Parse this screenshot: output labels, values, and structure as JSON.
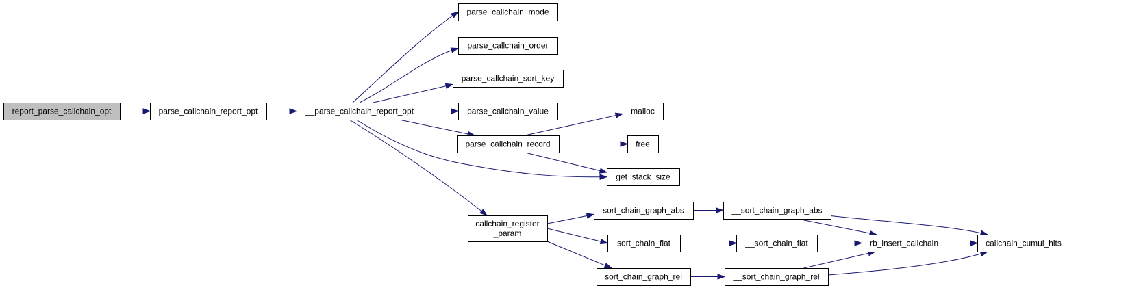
{
  "colors": {
    "edge": "#191970",
    "node_fill": "#ffffff",
    "root_fill": "#bfbfbf",
    "border": "#000000"
  },
  "nodes": [
    {
      "id": "report_parse_callchain_opt",
      "lines": [
        "report_parse_callchain_opt"
      ],
      "root": true
    },
    {
      "id": "parse_callchain_report_opt",
      "lines": [
        "parse_callchain_report_opt"
      ]
    },
    {
      "id": "__parse_callchain_report_opt",
      "lines": [
        "__parse_callchain_report_opt"
      ]
    },
    {
      "id": "parse_callchain_mode",
      "lines": [
        "parse_callchain_mode"
      ]
    },
    {
      "id": "parse_callchain_order",
      "lines": [
        "parse_callchain_order"
      ]
    },
    {
      "id": "parse_callchain_sort_key",
      "lines": [
        "parse_callchain_sort_key"
      ]
    },
    {
      "id": "parse_callchain_value",
      "lines": [
        "parse_callchain_value"
      ]
    },
    {
      "id": "parse_callchain_record",
      "lines": [
        "parse_callchain_record"
      ]
    },
    {
      "id": "malloc",
      "lines": [
        "malloc"
      ]
    },
    {
      "id": "free",
      "lines": [
        "free"
      ]
    },
    {
      "id": "get_stack_size",
      "lines": [
        "get_stack_size"
      ]
    },
    {
      "id": "callchain_register_param",
      "lines": [
        "callchain_register",
        "_param"
      ]
    },
    {
      "id": "sort_chain_graph_abs",
      "lines": [
        "sort_chain_graph_abs"
      ]
    },
    {
      "id": "sort_chain_flat",
      "lines": [
        "sort_chain_flat"
      ]
    },
    {
      "id": "sort_chain_graph_rel",
      "lines": [
        "sort_chain_graph_rel"
      ]
    },
    {
      "id": "__sort_chain_graph_abs",
      "lines": [
        "__sort_chain_graph_abs"
      ]
    },
    {
      "id": "__sort_chain_flat",
      "lines": [
        "__sort_chain_flat"
      ]
    },
    {
      "id": "__sort_chain_graph_rel",
      "lines": [
        "__sort_chain_graph_rel"
      ]
    },
    {
      "id": "rb_insert_callchain",
      "lines": [
        "rb_insert_callchain"
      ]
    },
    {
      "id": "callchain_cumul_hits",
      "lines": [
        "callchain_cumul_hits"
      ]
    }
  ],
  "edges": [
    {
      "from": "report_parse_callchain_opt",
      "to": "parse_callchain_report_opt"
    },
    {
      "from": "parse_callchain_report_opt",
      "to": "__parse_callchain_report_opt"
    },
    {
      "from": "__parse_callchain_report_opt",
      "to": "parse_callchain_mode"
    },
    {
      "from": "__parse_callchain_report_opt",
      "to": "parse_callchain_order"
    },
    {
      "from": "__parse_callchain_report_opt",
      "to": "parse_callchain_sort_key"
    },
    {
      "from": "__parse_callchain_report_opt",
      "to": "parse_callchain_value"
    },
    {
      "from": "__parse_callchain_report_opt",
      "to": "parse_callchain_record"
    },
    {
      "from": "__parse_callchain_report_opt",
      "to": "get_stack_size"
    },
    {
      "from": "__parse_callchain_report_opt",
      "to": "callchain_register_param"
    },
    {
      "from": "parse_callchain_record",
      "to": "malloc"
    },
    {
      "from": "parse_callchain_record",
      "to": "free"
    },
    {
      "from": "parse_callchain_record",
      "to": "get_stack_size"
    },
    {
      "from": "callchain_register_param",
      "to": "sort_chain_graph_abs"
    },
    {
      "from": "callchain_register_param",
      "to": "sort_chain_flat"
    },
    {
      "from": "callchain_register_param",
      "to": "sort_chain_graph_rel"
    },
    {
      "from": "sort_chain_graph_abs",
      "to": "__sort_chain_graph_abs"
    },
    {
      "from": "sort_chain_flat",
      "to": "__sort_chain_flat"
    },
    {
      "from": "sort_chain_graph_rel",
      "to": "__sort_chain_graph_rel"
    },
    {
      "from": "__sort_chain_graph_abs",
      "to": "rb_insert_callchain"
    },
    {
      "from": "__sort_chain_graph_abs",
      "to": "callchain_cumul_hits"
    },
    {
      "from": "__sort_chain_flat",
      "to": "rb_insert_callchain"
    },
    {
      "from": "__sort_chain_graph_rel",
      "to": "rb_insert_callchain"
    },
    {
      "from": "__sort_chain_graph_rel",
      "to": "callchain_cumul_hits"
    },
    {
      "from": "rb_insert_callchain",
      "to": "callchain_cumul_hits"
    }
  ]
}
